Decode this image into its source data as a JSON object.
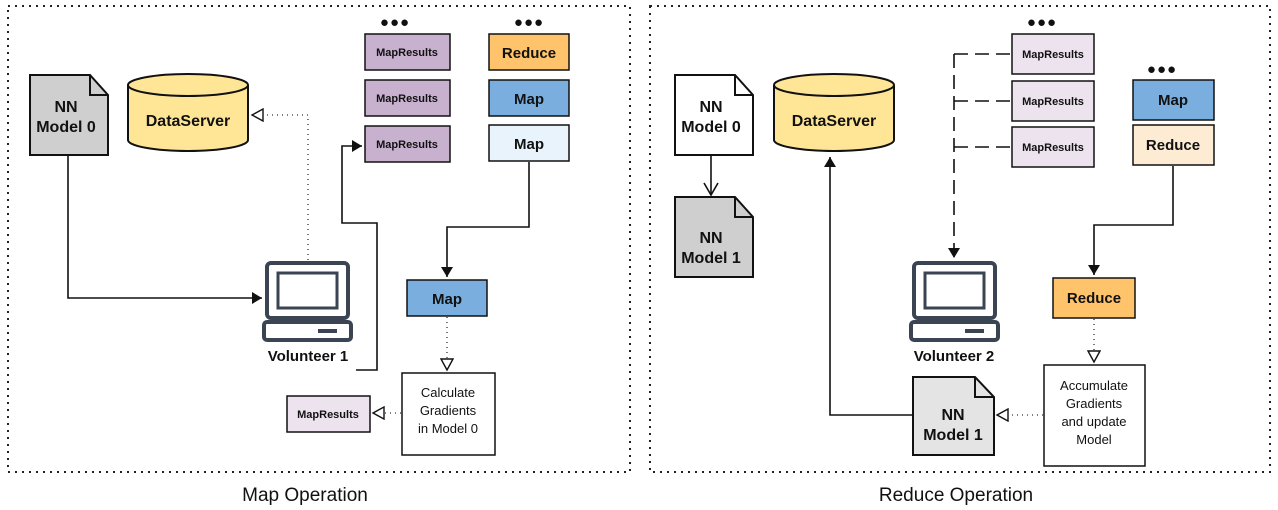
{
  "panels": {
    "map": {
      "caption": "Map Operation",
      "nn_model_line1": "NN",
      "nn_model_line2": "Model 0",
      "dataserver": "DataServer",
      "mapresults": [
        "MapResults",
        "MapResults",
        "MapResults"
      ],
      "queue": [
        "Reduce",
        "Map",
        "Map"
      ],
      "ellipsis_results": "●●●",
      "ellipsis_queue": "●●●",
      "volunteer": "Volunteer 1",
      "task": "Map",
      "process_lines": [
        "Calculate",
        "Gradients",
        "in Model 0"
      ],
      "output_result": "MapResults"
    },
    "reduce": {
      "caption": "Reduce Operation",
      "nn_model0_line1": "NN",
      "nn_model0_line2": "Model 0",
      "nn_model1_line1": "NN",
      "nn_model1_line2": "Model 1",
      "dataserver": "DataServer",
      "mapresults": [
        "MapResults",
        "MapResults",
        "MapResults"
      ],
      "queue": [
        "Map",
        "Reduce"
      ],
      "ellipsis_results": "●●●",
      "ellipsis_queue": "●●●",
      "volunteer": "Volunteer 2",
      "task": "Reduce",
      "process_lines": [
        "Accumulate",
        "Gradients",
        "and update",
        "Model"
      ],
      "output_model_line1": "NN",
      "output_model_line2": "Model 1"
    }
  },
  "colors": {
    "reduce_task": "#ffc46b",
    "map_task": "#7aaedf",
    "map_pending": "#e8f3fc",
    "reduce_pending": "#fdebd3",
    "mapresults_dark": "#c8b1cf",
    "mapresults_light": "#ede3ee",
    "dataserver": "#ffe697",
    "nn_gray": "#cfcfcf"
  }
}
